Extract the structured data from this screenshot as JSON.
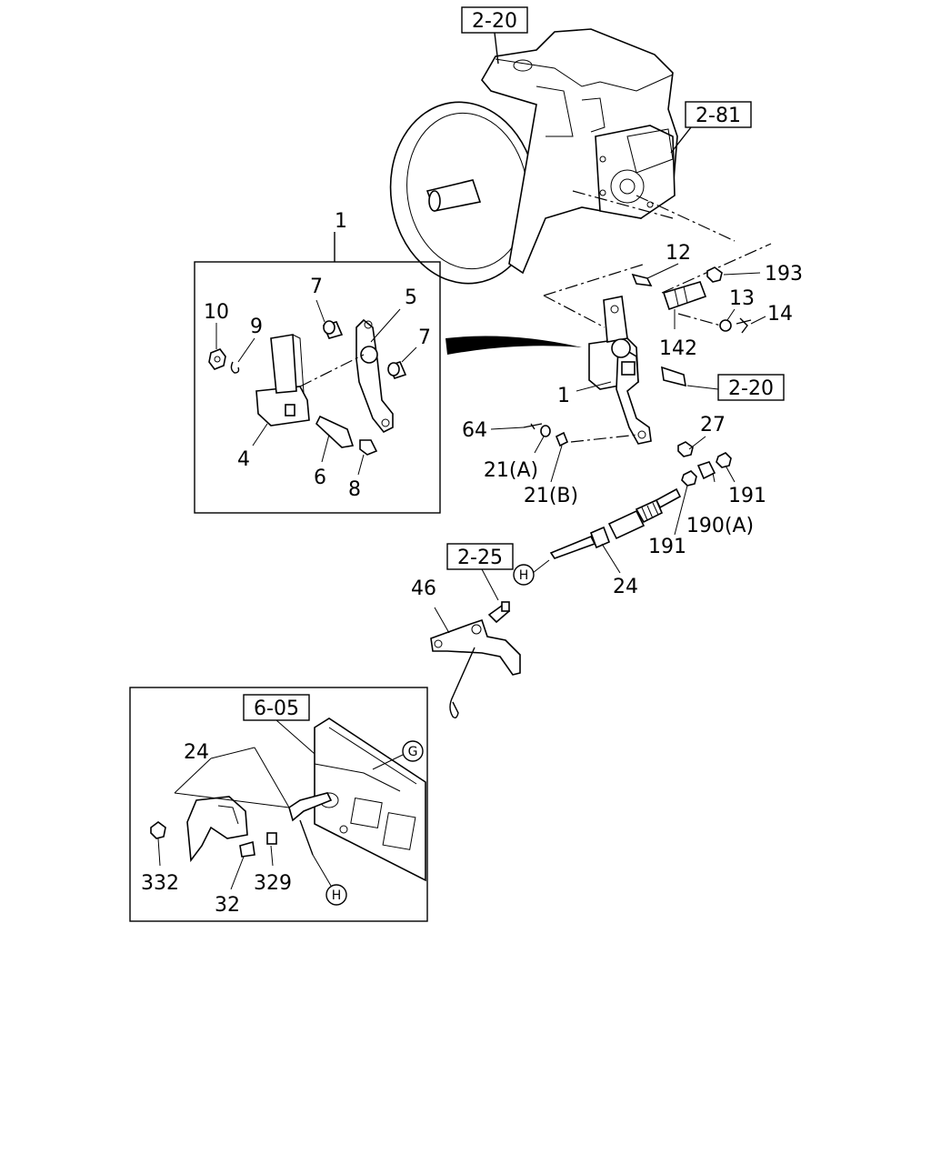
{
  "refs": {
    "r220_top": "2-20",
    "r281": "2-81",
    "r220_right": "2-20",
    "r225": "2-25",
    "r605": "6-05"
  },
  "parts": {
    "p1_inset": "1",
    "p10": "10",
    "p9": "9",
    "p7a": "7",
    "p5": "5",
    "p7b": "7",
    "p4": "4",
    "p6": "6",
    "p8": "8",
    "p12": "12",
    "p193": "193",
    "p13": "13",
    "p14": "14",
    "p142": "142",
    "p1_main": "1",
    "p64": "64",
    "p21a": "21(A)",
    "p21b": "21(B)",
    "p27": "27",
    "p191a": "191",
    "p190a": "190(A)",
    "p191b": "191",
    "p24_main": "24",
    "p46": "46",
    "p24_inset": "24",
    "p332": "332",
    "p32": "32",
    "p329": "329"
  },
  "markers": {
    "h_main": "H",
    "g_inset": "G",
    "h_inset": "H"
  }
}
